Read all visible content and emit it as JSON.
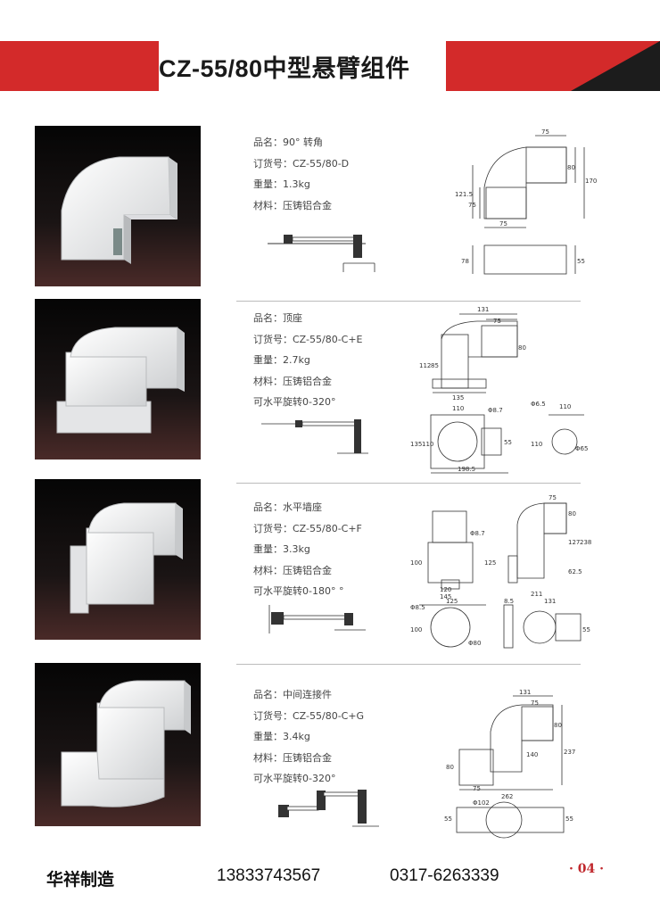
{
  "header": {
    "title": "CZ-55/80中型悬臂组件",
    "colors": {
      "red": "#d32a2a",
      "dark": "#1c1c1c"
    }
  },
  "products": [
    {
      "name": "品名：90° 转角",
      "order": "订货号：CZ-55/80-D",
      "weight": "重量：1.3kg",
      "material": "材料：压铸铝合金",
      "rotation": "",
      "dims": [
        "75",
        "80",
        "170",
        "121.5",
        "75",
        "75",
        "78",
        "55"
      ]
    },
    {
      "name": "品名：顶座",
      "order": "订货号：CZ-55/80-C+E",
      "weight": "重量：2.7kg",
      "material": "材料：压铸铝合金",
      "rotation": "可水平旋转0-320°",
      "dims": [
        "131",
        "75",
        "80",
        "112",
        "85",
        "135",
        "110",
        "Φ8.7",
        "135",
        "110",
        "55",
        "198.5",
        "Φ6.5",
        "110",
        "110",
        "Φ65"
      ]
    },
    {
      "name": "品名：水平墙座",
      "order": "订货号：CZ-55/80-C+F",
      "weight": "重量：3.3kg",
      "material": "材料：压铸铝合金",
      "rotation": "可水平旋转0-180° °",
      "dims": [
        "75",
        "80",
        "Φ8.7",
        "100",
        "125",
        "127",
        "238",
        "62.5",
        "120",
        "145",
        "211",
        "Φ8.5",
        "125",
        "8.5",
        "131",
        "100",
        "Φ80",
        "55"
      ]
    },
    {
      "name": "品名：中间连接件",
      "order": "订货号：CZ-55/80-C+G",
      "weight": "重量：3.4kg",
      "material": "材料：压铸铝合金",
      "rotation": "可水平旋转0-320°",
      "dims": [
        "131",
        "75",
        "80",
        "140",
        "237",
        "80",
        "75",
        "262",
        "Φ102",
        "55",
        "55"
      ]
    }
  ],
  "footer": {
    "company": "华祥制造",
    "phone1": "13833743567",
    "phone2": "0317-6263339",
    "page": "· 04 ·"
  }
}
